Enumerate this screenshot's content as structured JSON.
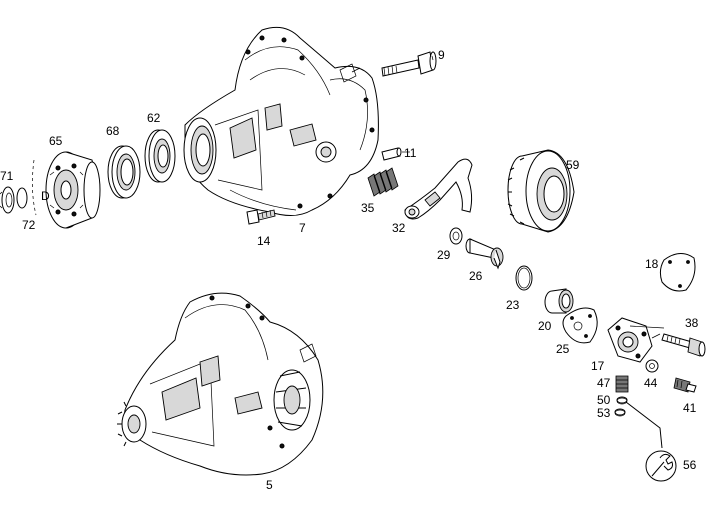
{
  "diagram": {
    "labels": {
      "p71": "71",
      "pD": "D",
      "p72": "72",
      "p65": "65",
      "p68": "68",
      "p62": "62",
      "p7": "7",
      "p14": "14",
      "p9": "9",
      "p11": "11",
      "p35": "35",
      "p32": "32",
      "p59": "59",
      "p29": "29",
      "p26": "26",
      "p23": "23",
      "p20": "20",
      "p25": "25",
      "p18": "18",
      "p38": "38",
      "p17": "17",
      "p47": "47",
      "p44": "44",
      "p41": "41",
      "p50": "50",
      "p53": "53",
      "p56": "56",
      "p5": "5"
    }
  }
}
